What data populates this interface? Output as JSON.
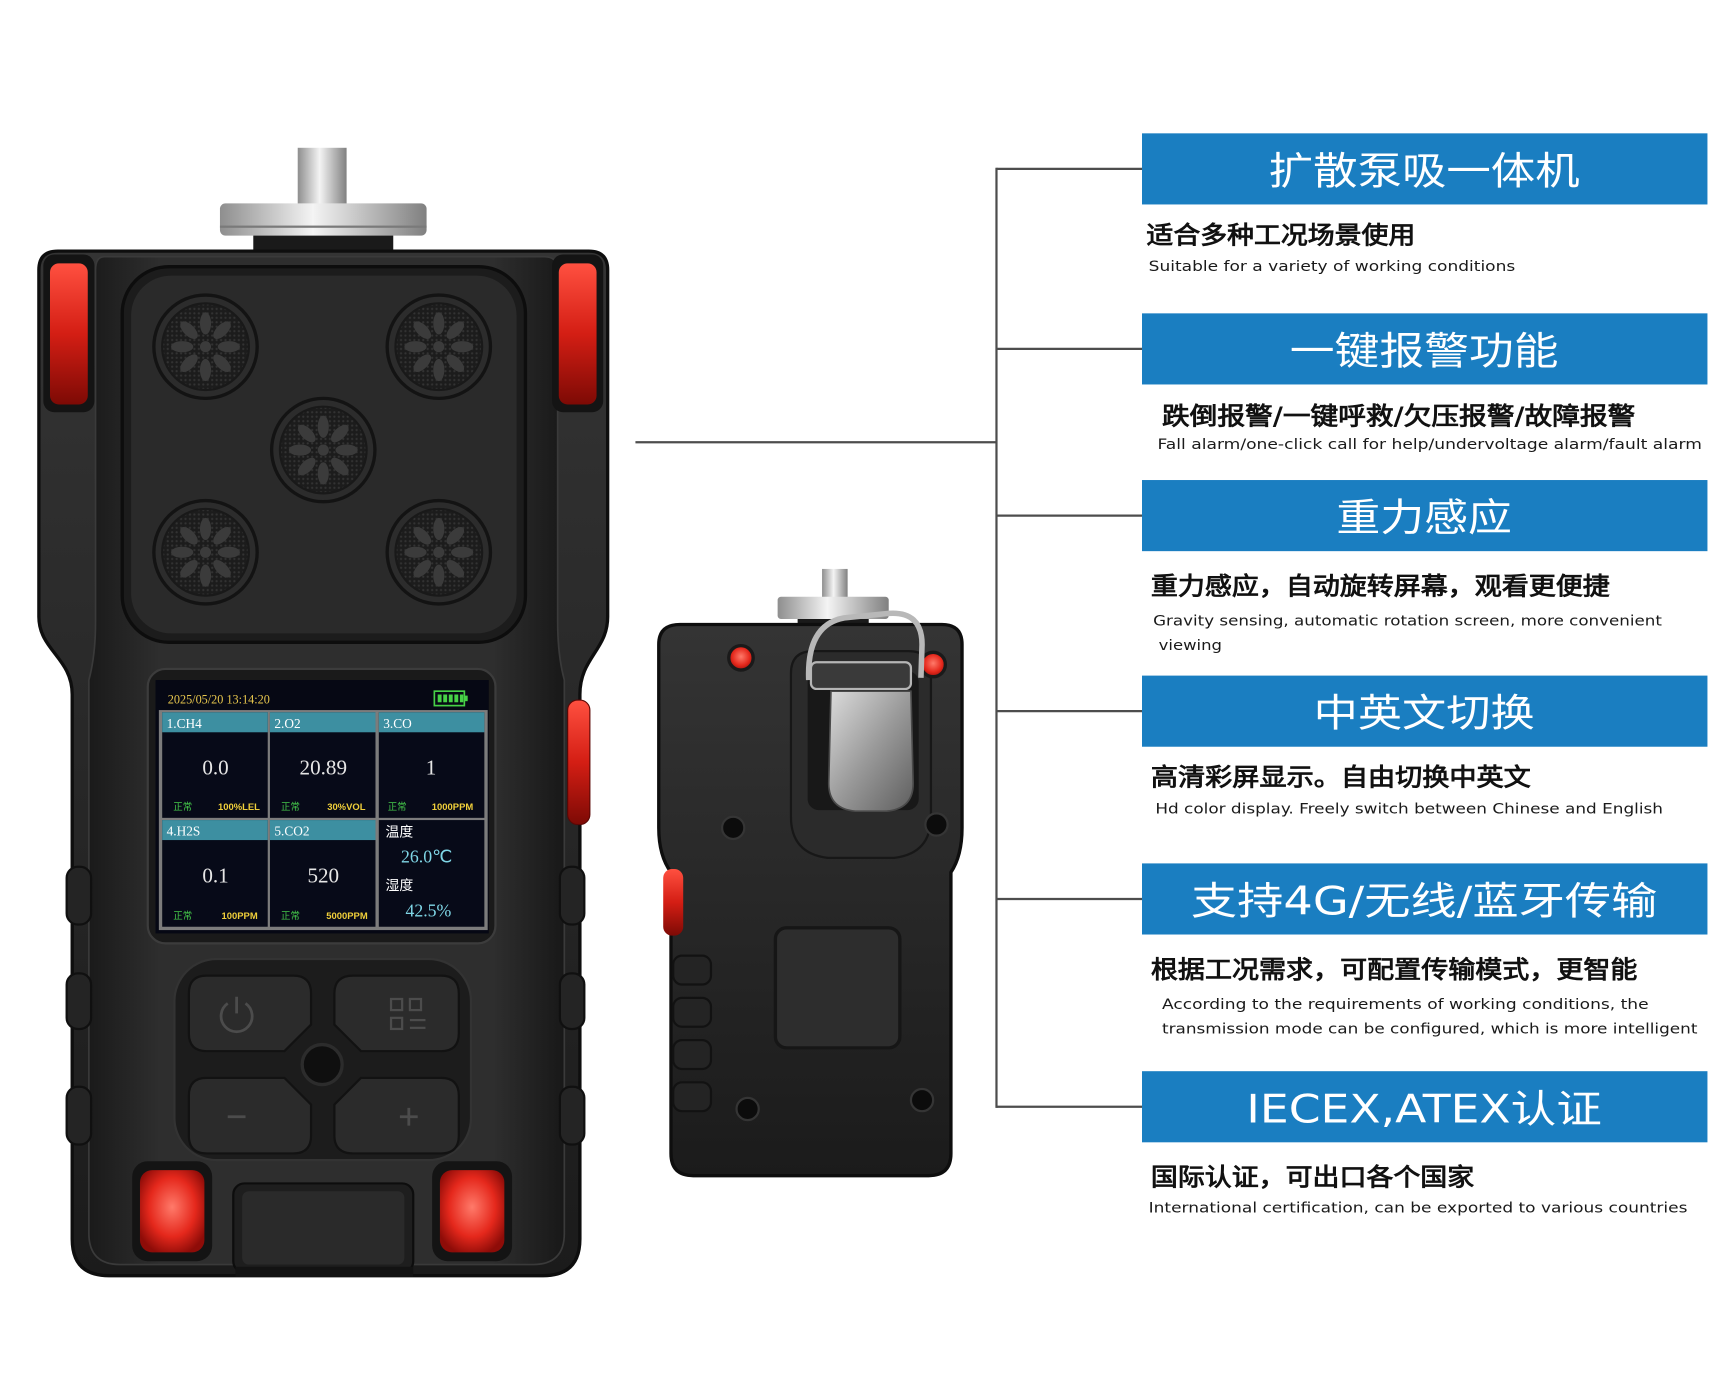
{
  "colors": {
    "feature_bar": "#1a7ec1",
    "alarm_red": "#e0261c",
    "screen_header_bar": "#3d8fa1",
    "connector_line": "#4d4d4d"
  },
  "device_screen": {
    "datetime": "2025/05/20 13:14:20",
    "cells": [
      {
        "label": "1.CH4",
        "value": "0.0",
        "status": "正常",
        "unit": "100%LEL"
      },
      {
        "label": "2.O2",
        "value": "20.89",
        "status": "正常",
        "unit": "30%VOL"
      },
      {
        "label": "3.CO",
        "value": "1",
        "status": "正常",
        "unit": "1000PPM"
      },
      {
        "label": "4.H2S",
        "value": "0.1",
        "status": "正常",
        "unit": "100PPM"
      },
      {
        "label": "5.CO2",
        "value": "520",
        "status": "正常",
        "unit": "5000PPM"
      }
    ],
    "env": {
      "temp_label": "温度",
      "temp_value": "26.0℃",
      "humidity_label": "湿度",
      "humidity_value": "42.5%"
    }
  },
  "device_controls": {
    "buttons": [
      "power-icon",
      "qr-menu-icon",
      "minus-icon",
      "plus-icon"
    ]
  },
  "features": [
    {
      "title": "扩散泵吸一体机",
      "cn": "适合多种工况场景使用",
      "en": [
        "Suitable for a variety of working conditions"
      ]
    },
    {
      "title": "一键报警功能",
      "cn": "跌倒报警/一键呼救/欠压报警/故障报警",
      "en": [
        "Fall alarm/one-click call for help/undervoltage alarm/fault alarm"
      ]
    },
    {
      "title": "重力感应",
      "cn": "重力感应，自动旋转屏幕，观看更便捷",
      "en": [
        "Gravity sensing, automatic rotation screen, more convenient",
        "viewing"
      ]
    },
    {
      "title": "中英文切换",
      "cn": "高清彩屏显示。自由切换中英文",
      "en": [
        "Hd color display. Freely switch between Chinese and English"
      ]
    },
    {
      "title": "支持4G/无线/蓝牙传输",
      "cn": "根据工况需求，可配置传输模式，更智能",
      "en": [
        "According to the requirements of working conditions, the",
        "transmission mode can be configured, which is more intelligent"
      ]
    },
    {
      "title": "IECEX,ATEX认证",
      "cn": "国际认证，可出口各个国家",
      "en": [
        "International certification, can be exported to various countries"
      ]
    }
  ]
}
